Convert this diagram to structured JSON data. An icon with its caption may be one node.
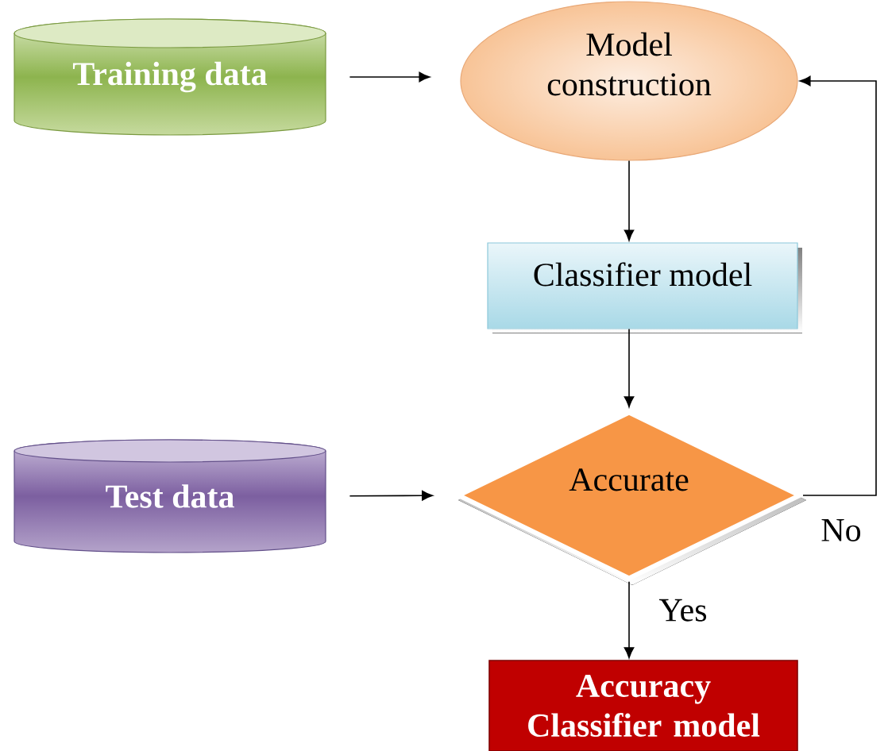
{
  "diagram": {
    "nodes": [
      {
        "text": [
          "Training data"
        ]
      },
      {
        "text": [
          "Model construction"
        ]
      },
      {
        "text": [
          "Classifier model"
        ]
      },
      {
        "text": [
          "Test data"
        ]
      },
      {
        "text": [
          "Accurate"
        ]
      },
      {
        "text": [
          "Accuracy Classifier model"
        ]
      }
    ],
    "edges": [
      {
        "from": 0,
        "to": 1,
        "arrow": "to"
      },
      {
        "from": 1,
        "to": 2,
        "arrow": "to"
      },
      {
        "from": 2,
        "to": 4,
        "arrow": "to"
      },
      {
        "from": 3,
        "to": 4,
        "arrow": "to"
      },
      {
        "from": 4,
        "to": 1,
        "arrow": "to",
        "label": "No"
      },
      {
        "from": 4,
        "to": 5,
        "arrow": "to",
        "label": "Yes"
      }
    ]
  }
}
